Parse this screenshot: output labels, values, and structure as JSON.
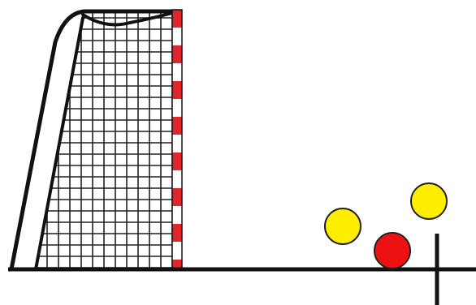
{
  "scene": {
    "background_color": "#ffffff",
    "line_color": "#111111",
    "net_color": "#222222",
    "goal": {
      "post_stripe_colors": [
        "#e0262b",
        "#ffffff"
      ],
      "post_outline_color": "#111111"
    },
    "balls": [
      {
        "name": "yellow-ball-left",
        "color": "#ffee00",
        "outline": "#222222"
      },
      {
        "name": "red-ball",
        "color": "#ee1111",
        "outline": "#222222"
      },
      {
        "name": "yellow-ball-right",
        "color": "#ffee00",
        "outline": "#222222"
      }
    ],
    "marker": {
      "name": "cross-marker",
      "color": "#111111"
    }
  }
}
